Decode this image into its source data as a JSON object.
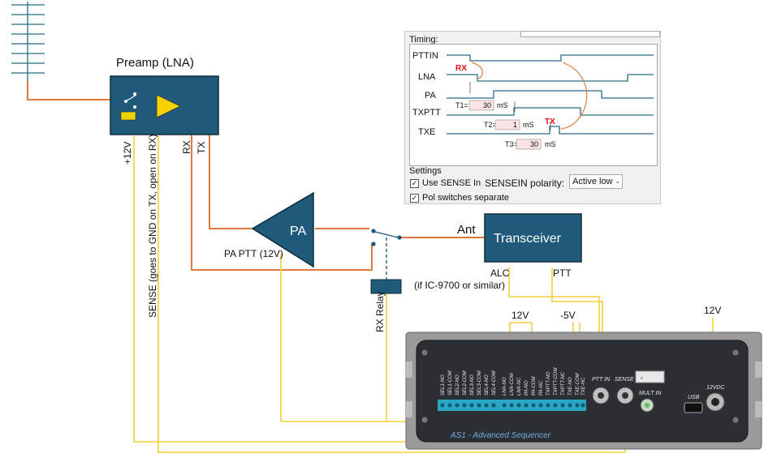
{
  "diagram": {
    "preamp_title": "Preamp (LNA)",
    "pa_label": "PA",
    "pa_ptt_label": "PA PTT (12V)",
    "ant_label": "Ant",
    "transceiver_label": "Transceiver",
    "alc_label": "ALC",
    "alc_note": "(if IC-9700 or similar)",
    "ptt_label": "PTT",
    "plus12v_label": "+12V",
    "sense_note": "SENSE (goes to GND on TX, open on RX)",
    "rx_label": "RX",
    "tx_label": "TX",
    "rx_relay_label": "RX Relay",
    "v12_label": "12V",
    "vneg5_label": "-5V",
    "dc12v_label": "12V",
    "device_name": "AS1 - Advanced Sequencer",
    "terminals_left": [
      "SEL1-NO",
      "SEL1-COM",
      "SEL2-NO",
      "SEL2-COM",
      "SEL3-NO",
      "SEL3-COM",
      "SEL4-NO",
      "SEL4-COM"
    ],
    "terminals_right": [
      "LNA-NO",
      "LNA-COM",
      "LNA-NC",
      "PA-NO",
      "PA-COM",
      "PA-NC",
      "TXPTT-NO",
      "TXPTT-COM",
      "TXPTT-NC",
      "TXE-NO",
      "TXE-COM",
      "TXE-NC"
    ],
    "ptt_in_label": "PTT IN",
    "sense_jack_label": "SENSE",
    "mult_in_label": "MULT IN",
    "usb_label": "USB",
    "dc_jack_label": "12VDC",
    "colors": {
      "rf_line": "#e07a3c",
      "dc_line": "#f0d23c",
      "box_fill": "#1f5a7a",
      "box_stroke": "#0d2c3d"
    }
  },
  "timing": {
    "title": "Timing:",
    "signals": [
      "PTTIN",
      "LNA",
      "PA",
      "TXPTT",
      "TXE"
    ],
    "rx_marker": "RX",
    "tx_marker": "TX",
    "t1_label": "T1=",
    "t1_value": "30",
    "t1_unit": "mS",
    "t2_label": "T2=",
    "t2_value": "1",
    "t2_unit": "mS",
    "t3_label": "T3=",
    "t3_value": "30",
    "t3_unit": "mS"
  },
  "settings": {
    "title": "Settings",
    "use_sense_label": "Use SENSE In",
    "use_sense_checked": true,
    "polarity_label": "SENSEIN polarity:",
    "polarity_value": "Active low",
    "pol_switches_label": "Pol switches separate",
    "pol_switches_checked": true
  }
}
